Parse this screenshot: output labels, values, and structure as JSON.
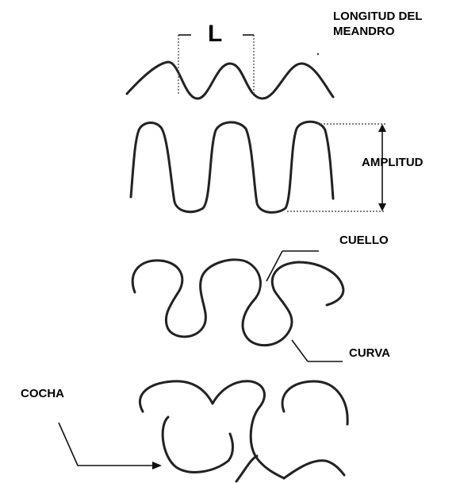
{
  "labels": {
    "wavelength_symbol": "L",
    "wavelength_line1": "LONGITUD DEL",
    "wavelength_line2": "MEANDRO",
    "amplitude": "AMPLITUD",
    "neck": "CUELLO",
    "bend": "CURVA",
    "oxbow": "COCHA"
  },
  "colors": {
    "line": "#222222",
    "text": "#000000",
    "background": "#ffffff"
  }
}
